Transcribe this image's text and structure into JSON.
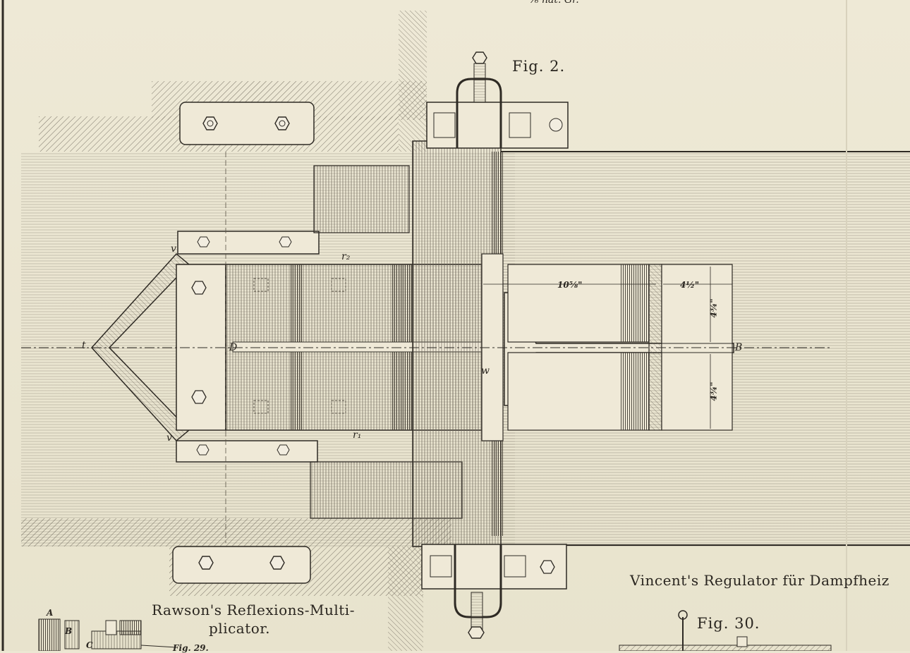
{
  "plate": {
    "scale_note": "⅙ nat. Gr.",
    "figure_labels": {
      "fig2": "Fig. 2.",
      "fig30": "Fig. 30.",
      "fig_partial": "Fig. 29."
    },
    "captions": {
      "vincent": "Vincent's Regulator für Dampfheiz",
      "rawson_line1": "Rawson's Reflexions-Multi-",
      "rawson_line2": "plicator."
    },
    "letters": {
      "t": "t",
      "v_top": "v",
      "v_bottom": "v",
      "D": "D",
      "B": "B",
      "w": "w",
      "r2": "r₂",
      "r1": "r₁",
      "A": "A",
      "B_small": "B",
      "C": "C"
    },
    "dimensions": {
      "width_main": "10⅝\"",
      "width_small": "4½\"",
      "height_top": "4¾\"",
      "height_bottom": "4¾\""
    }
  }
}
